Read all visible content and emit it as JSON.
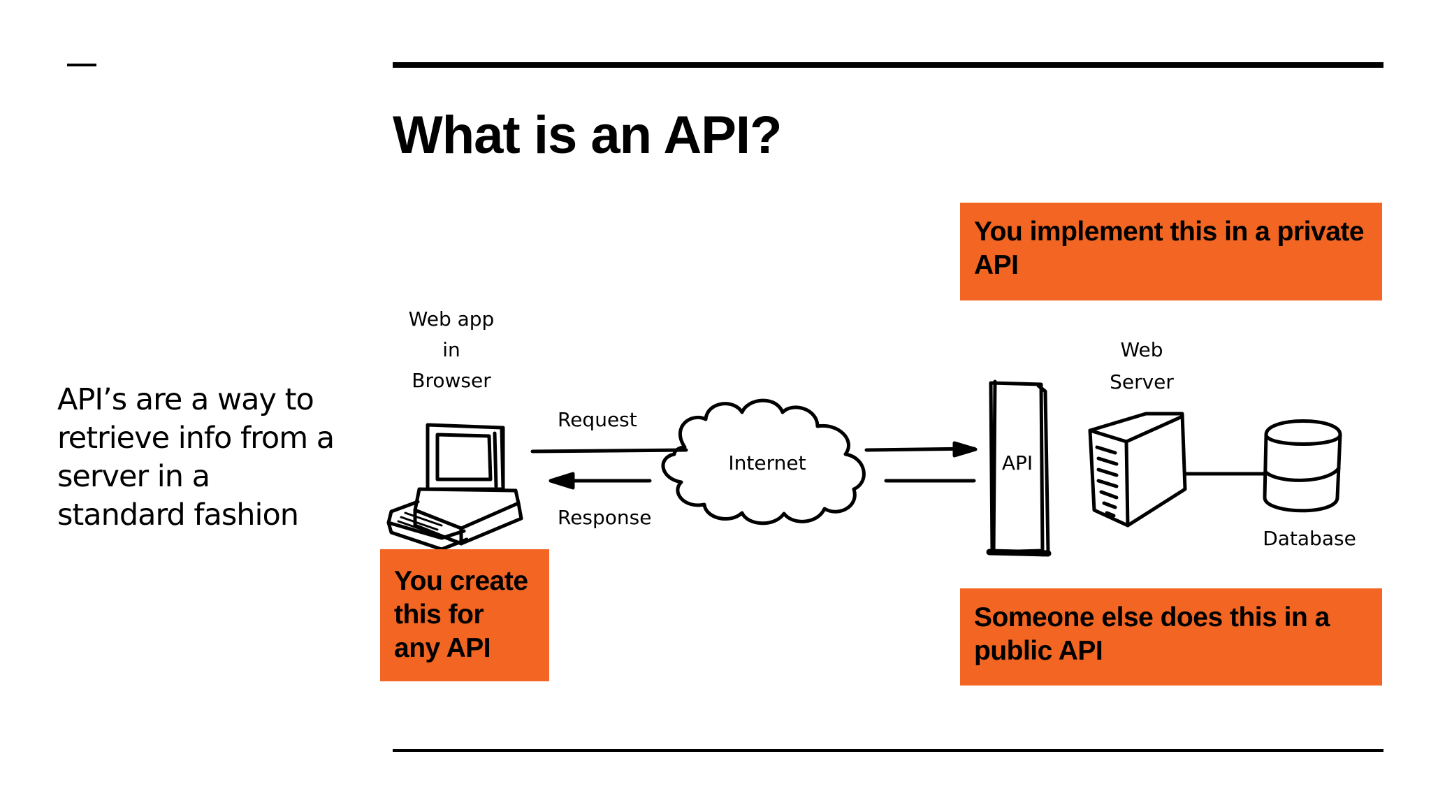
{
  "slide": {
    "title": "What is an API?",
    "body_text": "API’s are a way to retrieve info from a server in a standard fashion",
    "accent_color": "#f26522"
  },
  "callouts": {
    "private": "You implement this in a private API",
    "create": "You create this for any API",
    "public": "Someone else does this in a public API"
  },
  "diagram": {
    "client_label_line1": "Web app",
    "client_label_line2": "in",
    "client_label_line3": "Browser",
    "request_label": "Request",
    "response_label": "Response",
    "internet_label": "Internet",
    "api_label": "API",
    "server_label_line1": "Web",
    "server_label_line2": "Server",
    "database_label": "Database",
    "icons": [
      "computer-icon",
      "cloud-icon",
      "api-column-icon",
      "server-icon",
      "database-icon"
    ]
  }
}
